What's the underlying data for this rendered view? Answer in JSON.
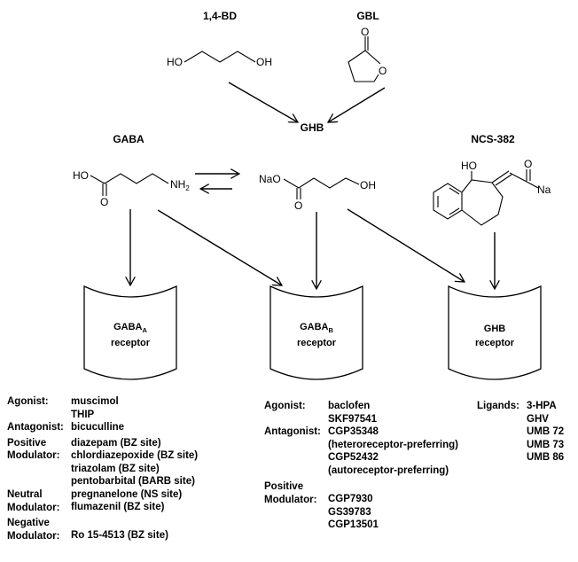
{
  "compounds": {
    "bd": "1,4-BD",
    "gbl": "GBL",
    "gaba": "GABA",
    "ghb": "GHB",
    "ncs": "NCS-382"
  },
  "atoms": {
    "ho": "HO",
    "oh": "OH",
    "o": "O",
    "nh2": "NH",
    "nh2_sub": "2",
    "nao": "NaO",
    "na": "Na"
  },
  "receptors": {
    "gabaa": {
      "name": "GABA",
      "sub": "A",
      "label": "receptor"
    },
    "gabab": {
      "name": "GABA",
      "sub": "B",
      "label": "receptor"
    },
    "ghb": {
      "name": "GHB",
      "label": "receptor"
    }
  },
  "gabaa_list": [
    {
      "key": "Agonist:",
      "values": [
        "muscimol",
        "THIP"
      ]
    },
    {
      "key": "Antagonist:",
      "values": [
        "bicuculline"
      ]
    },
    {
      "key": "Positive Modulator:",
      "values": [
        "diazepam (BZ site)",
        "chlordiazepoxide (BZ site)",
        "triazolam (BZ site)",
        "pentobarbital (BARB site)",
        "pregnanelone (NS site)"
      ]
    },
    {
      "key": "Neutral Modulator:",
      "values": [
        "flumazenil (BZ site)"
      ]
    },
    {
      "key": "Negative Modulator:",
      "values": [
        "Ro 15-4513 (BZ site)"
      ]
    }
  ],
  "gabab_list": [
    {
      "key": "Agonist:",
      "values": [
        "baclofen",
        "SKF97541"
      ]
    },
    {
      "key": "Antagonist:",
      "values": [
        "CGP35348",
        "(heteroreceptor-preferring)",
        "CGP52432",
        "(autoreceptor-preferring)"
      ]
    },
    {
      "key": "Positive Modulator:",
      "values": [
        "CGP7930",
        "GS39783",
        "CGP13501"
      ]
    }
  ],
  "ghb_list": [
    {
      "key": "Ligands:",
      "values": [
        "3-HPA",
        "GHV",
        "UMB 72",
        "UMB 73",
        "UMB 86"
      ]
    }
  ]
}
